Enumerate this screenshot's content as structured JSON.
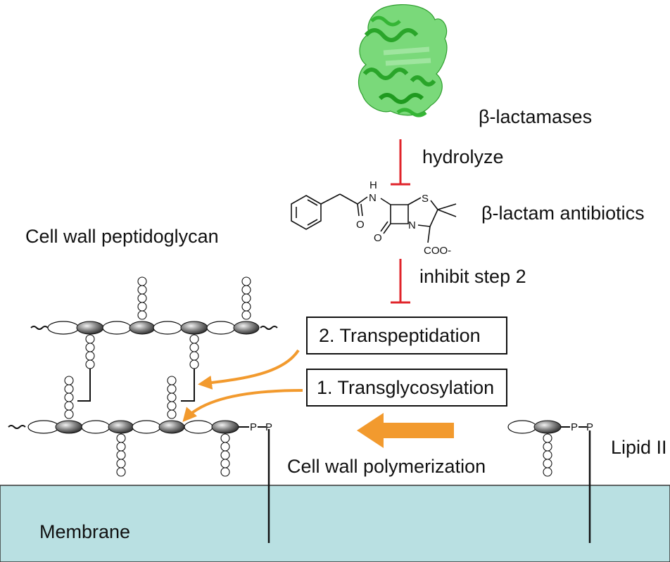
{
  "labels": {
    "beta_lactamases": "β-lactamases",
    "hydrolyze": "hydrolyze",
    "beta_lactam_antibiotics": "β-lactam antibiotics",
    "inhibit_step": "inhibit step 2",
    "cell_wall_peptidoglycan": "Cell wall peptidoglycan",
    "transpeptidation": "2. Transpeptidation",
    "transglycosylation": "1. Transglycosylation",
    "cell_wall_polymerization": "Cell wall polymerization",
    "lipid_ii": "Lipid II",
    "membrane": "Membrane"
  },
  "chemistry": {
    "atom_h": "H",
    "atom_n_amide": "N",
    "atom_o_amide": "O",
    "atom_s": "S",
    "atom_n_ring": "N",
    "atom_o_lactam": "O",
    "carboxylate": "COO-"
  },
  "phosphate_labels": [
    "P",
    "P",
    "P",
    "P"
  ],
  "colors": {
    "protein": "#3DBE3D",
    "inhibition": "#E0242B",
    "reaction_arrow": "#F29A2E",
    "membrane_fill": "#B9E0E2",
    "membrane_stroke": "#333333",
    "box_stroke": "#111111"
  },
  "icons": {
    "protein": "beta-lactamase-ribbon-structure",
    "molecule": "penicillin-structure"
  }
}
